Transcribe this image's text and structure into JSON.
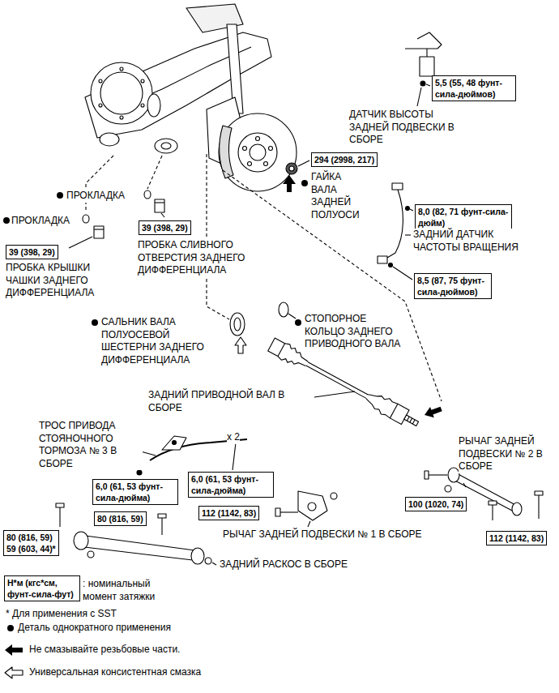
{
  "diagram": {
    "nodes": [
      {
        "text": [
          "5,5 (55, 48 фунт-сила-дюймов)"
        ]
      },
      {
        "text": [
          "294 (2998, 217)"
        ]
      },
      {
        "text": [
          "8,0 (82, 71 фунт-сила-дюйм)"
        ]
      },
      {
        "text": [
          "39 (398, 29)"
        ]
      },
      {
        "text": [
          "39 (398, 29)"
        ]
      },
      {
        "text": [
          "8,5 (87, 75 фунт-сила-дюймов)"
        ]
      },
      {
        "text": [
          "6,0 (61, 53 фунт-сила-дюйма)"
        ]
      },
      {
        "text": [
          "6,0 (61, 53 фунт-сила-дюйма)"
        ]
      },
      {
        "text": [
          "100 (1020, 74)"
        ]
      },
      {
        "text": [
          "112 (1142, 83)"
        ]
      },
      {
        "text": [
          "80 (816, 59)"
        ]
      },
      {
        "text": [
          "80 (816, 59)",
          "59 (603, 44)*"
        ]
      },
      {
        "text": [
          "112 (1142, 83)"
        ]
      },
      {
        "text": [
          "Н*м (кгс*см, фунт-сила-фут)"
        ]
      }
    ],
    "labels": [
      "ДАТЧИК ВЫСОТЫ ЗАДНЕЙ ПОДВЕСКИ В СБОРЕ",
      "ГАЙКА ВАЛА ЗАДНЕЙ ПОЛУОСИ",
      "ПРОКЛАДКА",
      "ПРОКЛАДКА",
      "ЗАДНИЙ ДАТЧИК ЧАСТОТЫ ВРАЩЕНИЯ",
      "ПРОБКА СЛИВНОГО ОТВЕРСТИЯ ЗАДНЕГО ДИФФЕРЕНЦИАЛА",
      "ПРОБКА КРЫШКИ ЧАШКИ ЗАДНЕГО ДИФФЕРЕНЦИАЛА",
      "САЛЬНИК ВАЛА ПОЛУОСЕВОЙ ШЕСТЕРНИ ЗАДНЕГО ДИФФЕРЕНЦИАЛА",
      "СТОПОРНОЕ КОЛЬЦО ЗАДНЕГО ПРИВОДНОГО ВАЛА",
      "ЗАДНИЙ ПРИВОДНОЙ ВАЛ В СБОРЕ",
      "ТРОС ПРИВОДА СТОЯНОЧНОГО ТОРМОЗА № 3 В СБОРЕ",
      "x 2",
      "РЫЧАГ ЗАДНЕЙ ПОДВЕСКИ № 2 В СБОРЕ",
      "РЫЧАГ ЗАДНЕЙ ПОДВЕСКИ № 1 В СБОРЕ",
      "ЗАДНИЙ РАСКОС В СБОРЕ",
      ": номинальный момент затяжки",
      "* Для применения с SST"
    ],
    "legend": [
      {
        "text": "Деталь однократного применения"
      },
      {
        "text": "Не смазывайте резьбовые части."
      },
      {
        "text": "Универсальная консистентная смазка"
      }
    ]
  }
}
